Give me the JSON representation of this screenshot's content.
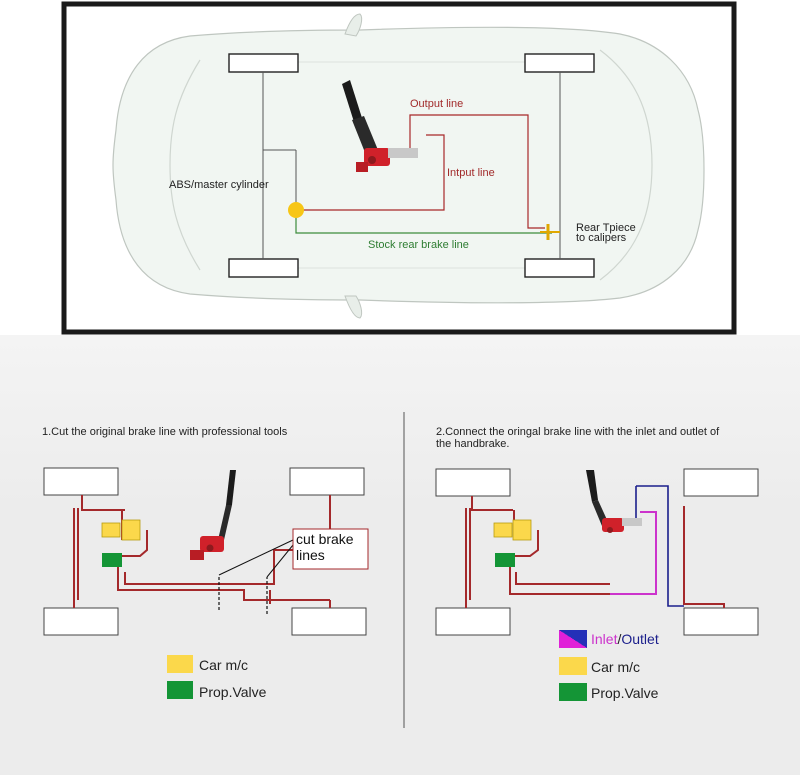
{
  "top_diagram": {
    "labels": {
      "abs_master_cylinder": "ABS/master cylinder",
      "output_line": "Output line",
      "input_line": "Intput line",
      "stock_rear_brake_line": "Stock rear brake line",
      "rear_tpiece_line1": "Rear Tpiece",
      "rear_tpiece_line2": "to calipers"
    },
    "colors": {
      "frame": "#1a1a1a",
      "car_body": "#f1f6f2",
      "red_line": "#a8282a",
      "green_line": "#3c8c3c",
      "master_cylinder_dot": "#f7c616",
      "label_dark": "#222222",
      "label_red": "#a12a2a",
      "label_green": "#2e7d32"
    }
  },
  "step1": {
    "title": "1.Cut the original brake line with professional tools",
    "cut_label_line1": "cut brake",
    "cut_label_line2": "lines"
  },
  "step2": {
    "title_line1": "2.Connect the oringal brake line with the inlet and outlet of",
    "title_line2": "the handbrake."
  },
  "legend": {
    "inlet": "Inlet",
    "slash": "/",
    "outlet": "Outlet",
    "car_mc": "Car m/c",
    "prop_valve": "Prop.Valve"
  },
  "colors": {
    "yellow": "#fbd84b",
    "green": "#149536",
    "brake_line": "#a4292b",
    "inlet_magenta": "#cc33cc",
    "outlet_navy": "#1b1f8c"
  }
}
